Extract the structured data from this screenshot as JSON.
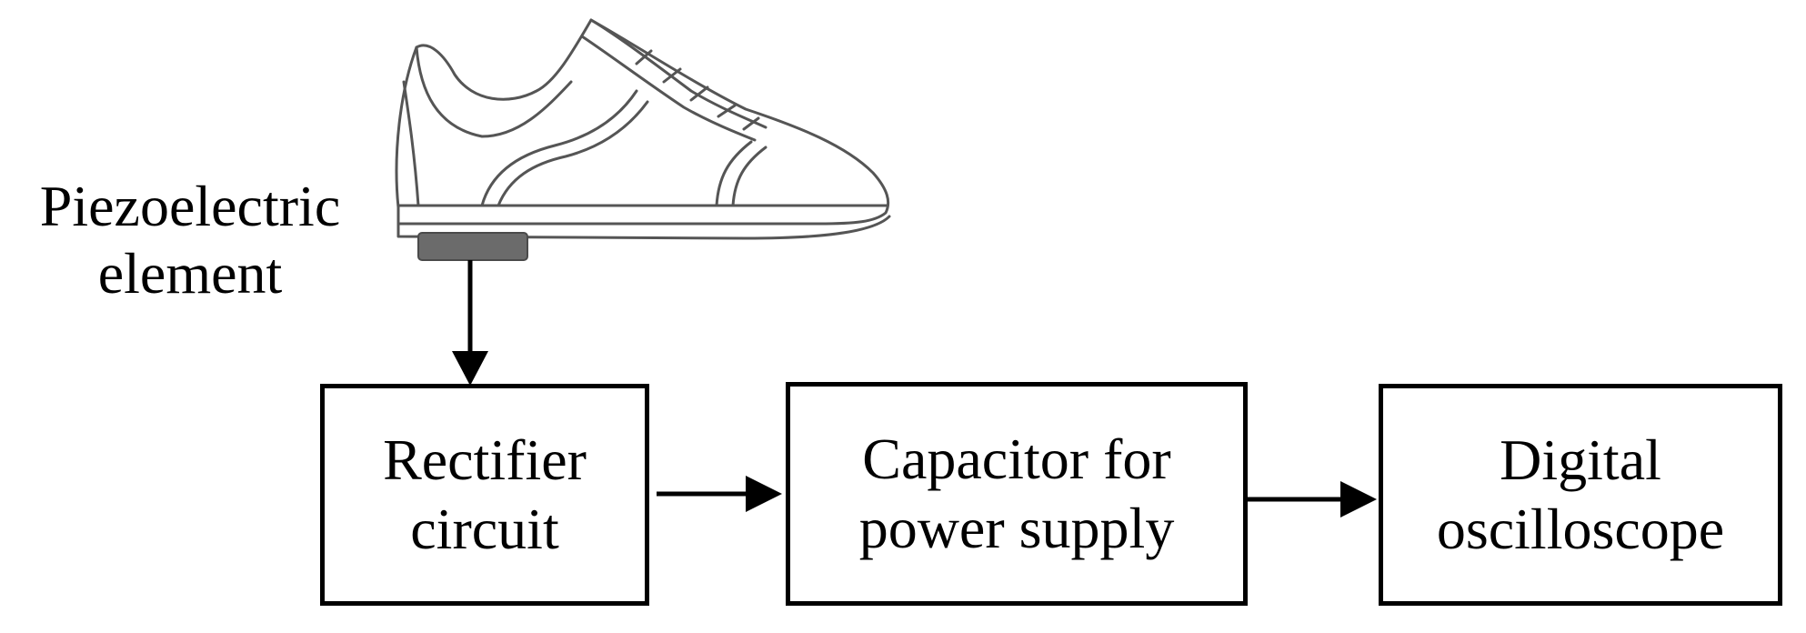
{
  "piezo_label": {
    "line1": "Piezoelectric",
    "line2": "element"
  },
  "blocks": [
    {
      "line1": "Rectifier",
      "line2": "circuit"
    },
    {
      "line1": "Capacitor for",
      "line2": "power supply"
    },
    {
      "line1": "Digital",
      "line2": "oscilloscope"
    }
  ],
  "icons": {
    "shoe": "shoe-icon",
    "piezo": "piezoelectric-element-icon"
  },
  "colors": {
    "line": "#000000",
    "shoe_outline": "#555555",
    "piezo_element": "#6b6b6b"
  }
}
